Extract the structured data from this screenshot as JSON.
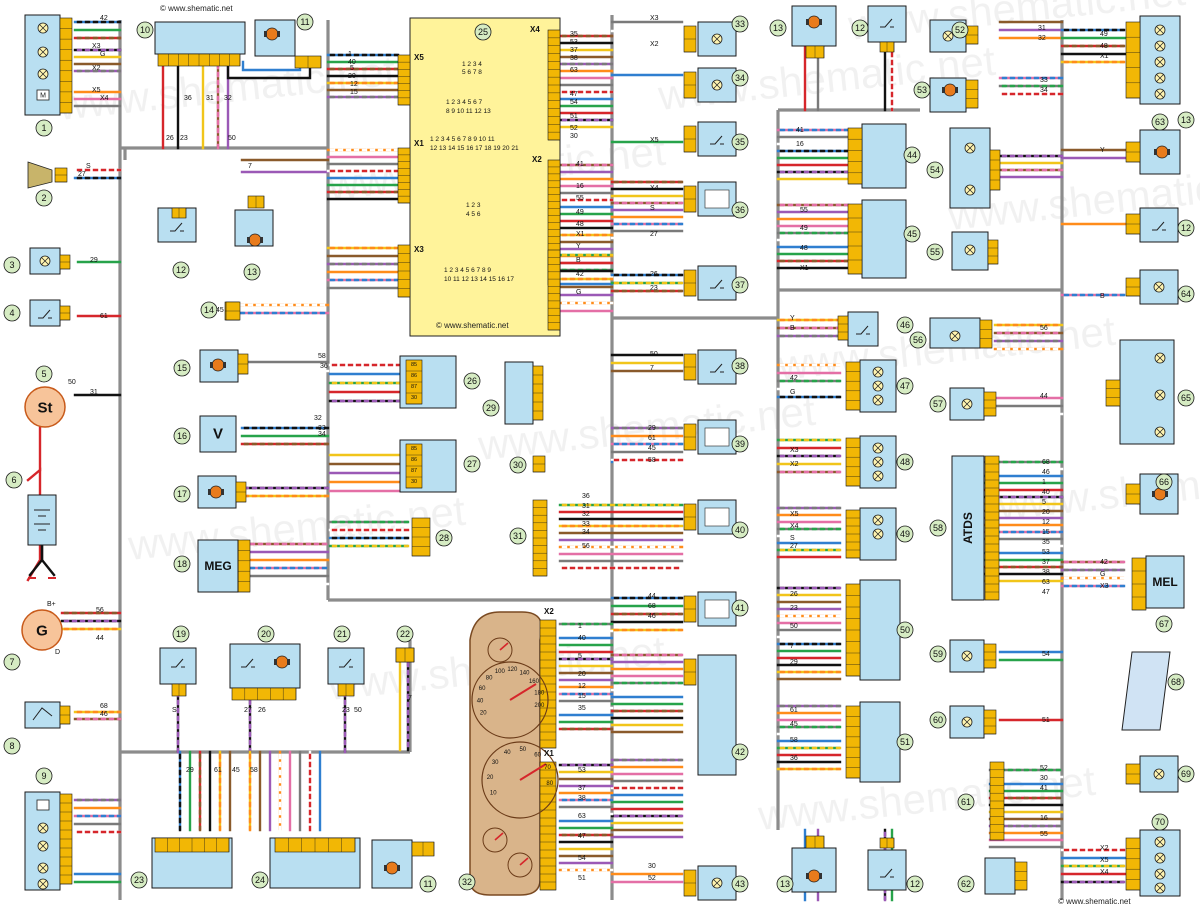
{
  "watermarks": {
    "top_left": "© www.shematic.net",
    "ecu": "© www.shematic.net",
    "bottom_right": "© www.shematic.net",
    "background": "www.shematic.net"
  },
  "components": [
    {
      "n": "1"
    },
    {
      "n": "2"
    },
    {
      "n": "3"
    },
    {
      "n": "4"
    },
    {
      "n": "5"
    },
    {
      "n": "6"
    },
    {
      "n": "7"
    },
    {
      "n": "8"
    },
    {
      "n": "9"
    },
    {
      "n": "10"
    },
    {
      "n": "11"
    },
    {
      "n": "12"
    },
    {
      "n": "13"
    },
    {
      "n": "14"
    },
    {
      "n": "15"
    },
    {
      "n": "16"
    },
    {
      "n": "17"
    },
    {
      "n": "18"
    },
    {
      "n": "19"
    },
    {
      "n": "20"
    },
    {
      "n": "21"
    },
    {
      "n": "22"
    },
    {
      "n": "23"
    },
    {
      "n": "24"
    },
    {
      "n": "25"
    },
    {
      "n": "26"
    },
    {
      "n": "27"
    },
    {
      "n": "28"
    },
    {
      "n": "29"
    },
    {
      "n": "30"
    },
    {
      "n": "31"
    },
    {
      "n": "32"
    },
    {
      "n": "33"
    },
    {
      "n": "34"
    },
    {
      "n": "35"
    },
    {
      "n": "36"
    },
    {
      "n": "37"
    },
    {
      "n": "38"
    },
    {
      "n": "39"
    },
    {
      "n": "40"
    },
    {
      "n": "41"
    },
    {
      "n": "42"
    },
    {
      "n": "43"
    },
    {
      "n": "44"
    },
    {
      "n": "45"
    },
    {
      "n": "46"
    },
    {
      "n": "47"
    },
    {
      "n": "48"
    },
    {
      "n": "49"
    },
    {
      "n": "50"
    },
    {
      "n": "51"
    },
    {
      "n": "52"
    },
    {
      "n": "53"
    },
    {
      "n": "54"
    },
    {
      "n": "55"
    },
    {
      "n": "56"
    },
    {
      "n": "57"
    },
    {
      "n": "58"
    },
    {
      "n": "59"
    },
    {
      "n": "60"
    },
    {
      "n": "61"
    },
    {
      "n": "62"
    },
    {
      "n": "63"
    },
    {
      "n": "64"
    },
    {
      "n": "65"
    },
    {
      "n": "66"
    },
    {
      "n": "67"
    },
    {
      "n": "68"
    },
    {
      "n": "69"
    },
    {
      "n": "70"
    }
  ],
  "block_labels": {
    "starter": "St",
    "starter_terminal": "50",
    "generator": "G",
    "gen_b": "B+",
    "gen_d": "D",
    "voltmeter": "V",
    "meg": "MEG",
    "atds": "ATDS",
    "mel": "MEL"
  },
  "ecu": {
    "connectors": [
      "X5",
      "X4",
      "X1",
      "X2",
      "X3"
    ],
    "grid_rows": [
      "1 2 3 4",
      "5 6 7 8",
      "1 2 3 4 5 6 7",
      "8 9 10 11 12 13",
      "1 2 3 4 5 6 7 8 9 10 11",
      "12 13 14 15 16 17 18 19 20 21",
      "1 2 3",
      "4 5 6",
      "1 2 3 4 5 6 7 8 9",
      "10 11 12 13 14 15 16 17"
    ]
  },
  "relay_pins": [
    "85",
    "86",
    "87",
    "30"
  ],
  "cluster": {
    "connectors": [
      "X2",
      "X1"
    ],
    "speedo_ticks": [
      "20",
      "40",
      "60",
      "80",
      "100",
      "120",
      "140",
      "160",
      "180",
      "200"
    ],
    "tach_ticks": [
      "10",
      "20",
      "30",
      "40",
      "50",
      "60",
      "70",
      "80"
    ]
  },
  "wire_labels": [
    "42",
    "G",
    "X3",
    "X2",
    "X5",
    "X4",
    "S",
    "27",
    "26",
    "23",
    "50",
    "7",
    "29",
    "61",
    "45",
    "58",
    "36",
    "31",
    "32",
    "33",
    "34",
    "56",
    "44",
    "68",
    "46",
    "1",
    "40",
    "5",
    "20",
    "12",
    "15",
    "35",
    "53",
    "37",
    "38",
    "63",
    "47",
    "54",
    "51",
    "52",
    "30",
    "41",
    "16",
    "55",
    "49",
    "48",
    "X1",
    "Y",
    "B"
  ],
  "legend_glyphs": [
    "⊗",
    "M",
    "◻"
  ]
}
